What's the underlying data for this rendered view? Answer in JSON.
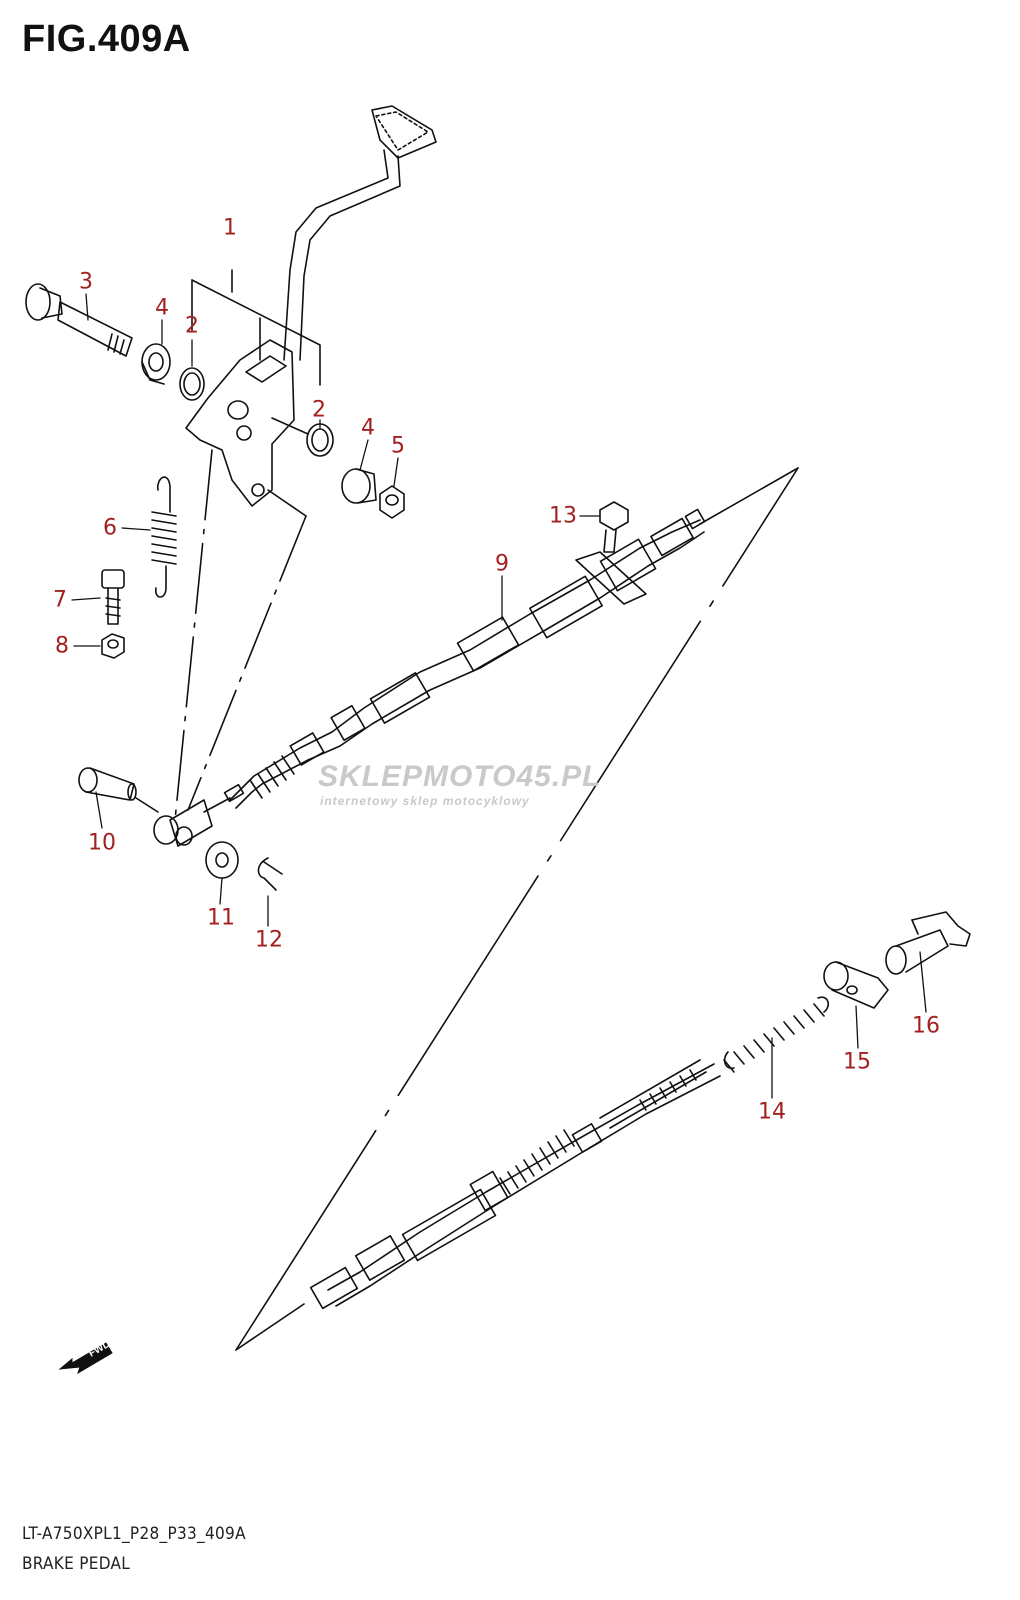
{
  "figure": {
    "title": "FIG.409A"
  },
  "footer": {
    "model_code": "LT-A750XPL1_P28_P33_409A",
    "section_name": "BRAKE PEDAL"
  },
  "watermark": {
    "brand": "SKLEPMOTO45.PL",
    "tagline": "internetowy sklep motocyklowy"
  },
  "orientation": {
    "label": "FWD"
  },
  "callouts": [
    {
      "ref": "1"
    },
    {
      "ref": "2"
    },
    {
      "ref": "2"
    },
    {
      "ref": "3"
    },
    {
      "ref": "4"
    },
    {
      "ref": "4"
    },
    {
      "ref": "5"
    },
    {
      "ref": "6"
    },
    {
      "ref": "7"
    },
    {
      "ref": "8"
    },
    {
      "ref": "9"
    },
    {
      "ref": "10"
    },
    {
      "ref": "11"
    },
    {
      "ref": "12"
    },
    {
      "ref": "13"
    },
    {
      "ref": "14"
    },
    {
      "ref": "15"
    },
    {
      "ref": "16"
    }
  ],
  "colors": {
    "callout": "#a32020",
    "line": "#111111",
    "watermark": "#c9c9c9"
  }
}
